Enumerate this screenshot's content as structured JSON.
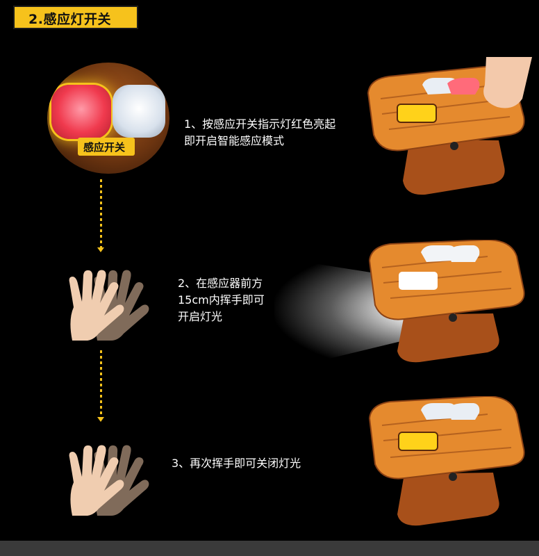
{
  "header": {
    "title": "2.感应灯开关"
  },
  "sensor_button": {
    "label": "感应开关"
  },
  "steps": [
    {
      "lines": [
        "1、按感应开关指示灯红色亮起",
        "即开启智能感应模式"
      ]
    },
    {
      "lines": [
        "2、在感应器前方",
        "15cm内挥手即可",
        "开启灯光"
      ]
    },
    {
      "lines": [
        "3、再次挥手即可关闭灯光"
      ]
    }
  ],
  "colors": {
    "accent": "#f6c21c",
    "lamp_body": "#e58a2e",
    "indicator_red": "#f03a4e"
  },
  "icons": [
    "hand-wave-icon",
    "headlamp-icon",
    "finger-press-icon"
  ]
}
